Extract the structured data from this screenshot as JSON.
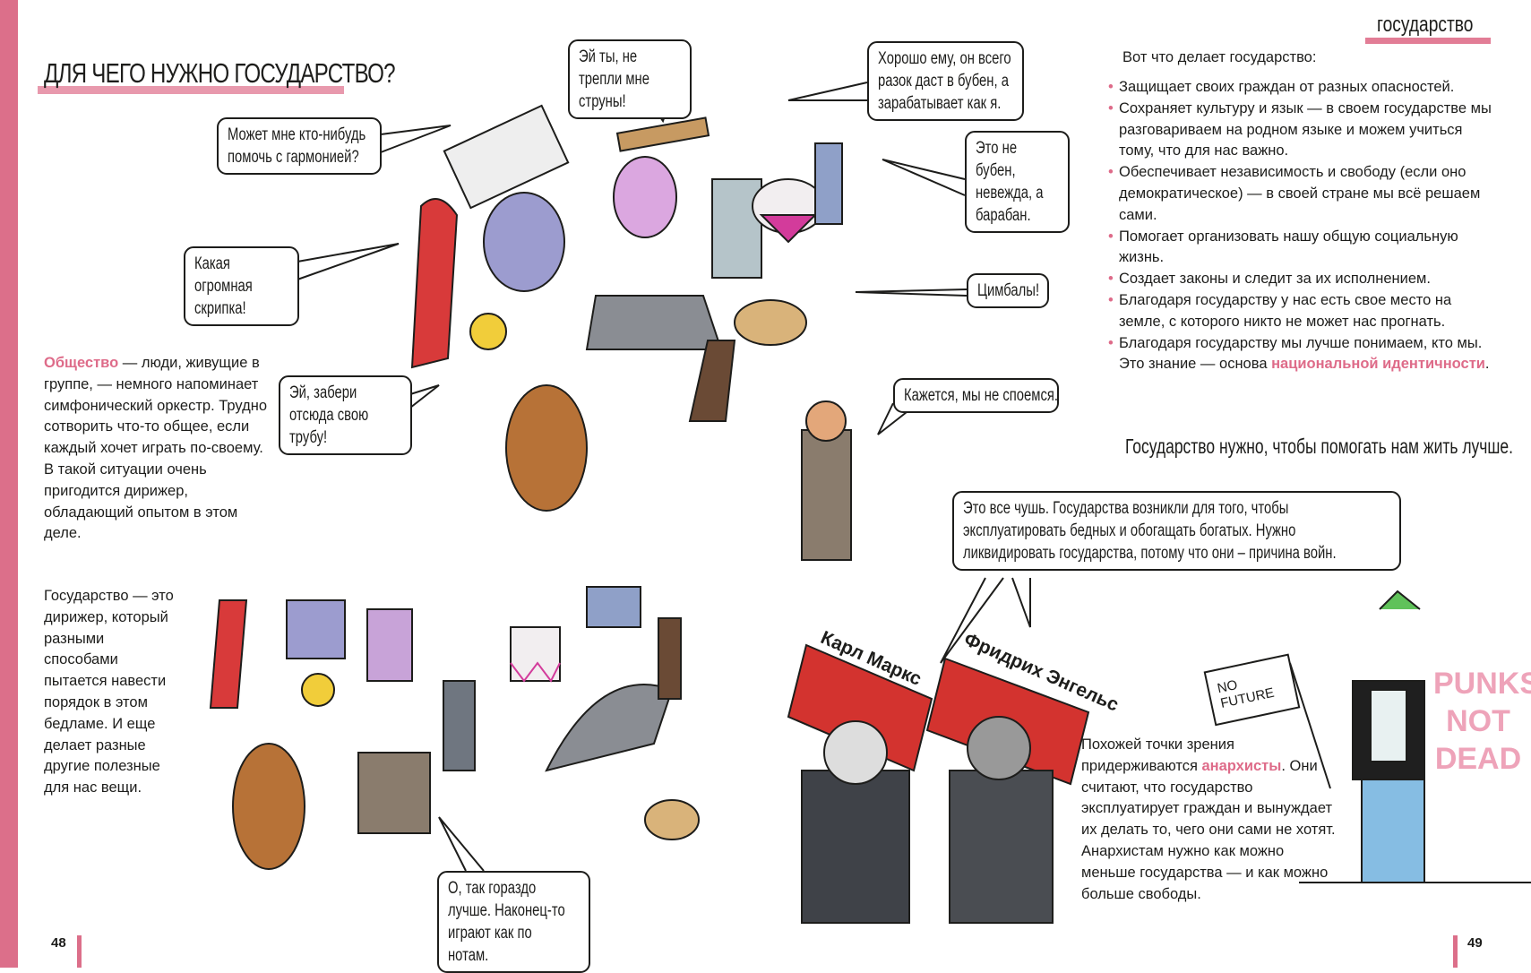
{
  "left_page": {
    "title": "ДЛЯ ЧЕГО НУЖНО ГОСУДАРСТВО?",
    "society_term": "Общество",
    "society_text": " — люди, живущие в группе, — немного напоминает симфонический оркестр. Трудно сотворить что-то общее, если каждый хочет играть по-своему. В такой ситуации очень пригодится дирижер, обладающий опытом в этом деле.",
    "state_text": "Государство — это дирижер, который разными способами пытается навести порядок в этом бедламе. И еще делает разные другие полезные для нас вещи.",
    "page_number": "48"
  },
  "bubbles": {
    "harmonica": "Может мне кто-нибудь помочь с гармонией?",
    "violin": "Какая огромная скрипка!",
    "strings": "Эй ты, не трепли мне струны!",
    "tambourine": "Хорошо ему, он всего разок даст в бубен, а зарабатывает как я.",
    "drum": "Это не бубен, невежда, а барабан.",
    "cymbals": "Цимбалы!",
    "trumpet": "Эй, забери отсюда свою трубу!",
    "conductor": "Кажется, мы не споемся.",
    "better": "О, так гораздо лучше. Наконец-то играют как по нотам.",
    "marx": "Это все чушь. Государства возникли для того, чтобы эксплуатировать бедных и обогащать богатых. Нужно ликвидировать государства, потому что они – причина войн."
  },
  "right_page": {
    "section_label": "государство",
    "intro": "Вот что делает государство:",
    "bullets": [
      "Защищает своих граждан от разных опасностей.",
      "Сохраняет культуру и язык — в своем государстве мы разговариваем на родном языке и можем учиться тому, что для нас важно.",
      "Обеспечивает независимость и свободу (если оно демократическое) — в своей стране мы всё решаем сами.",
      "Помогает организовать нашу общую социальную жизнь.",
      "Создает законы и следит за их исполнением.",
      "Благодаря государству у нас есть свое место на земле, с которого никто не может нас прогнать.",
      "Благодаря государству мы лучше понимаем, кто мы. Это знание — основа "
    ],
    "identity_term": "национальной идентичности",
    "identity_end": ".",
    "punchline": "Государство нужно, чтобы помогать нам жить лучше.",
    "anarchists_pre": "Похожей точки зрения придерживаются ",
    "anarchists_term": "анархисты",
    "anarchists_post": ". Они считают, что государство эксплуатирует граждан и вынуждает их делать то, чего они сами не хотят. Анархистам нужно как можно меньше государства — и как можно больше свободы.",
    "marx_flag": "Карл Маркс",
    "engels_flag": "Фридрих Энгельс",
    "sign": "NO FUTURE",
    "graffiti": "PUNKS NOT DEAD",
    "page_number": "49"
  },
  "colors": {
    "accent": "#dc6f8a",
    "highlight": "#de6b89"
  }
}
